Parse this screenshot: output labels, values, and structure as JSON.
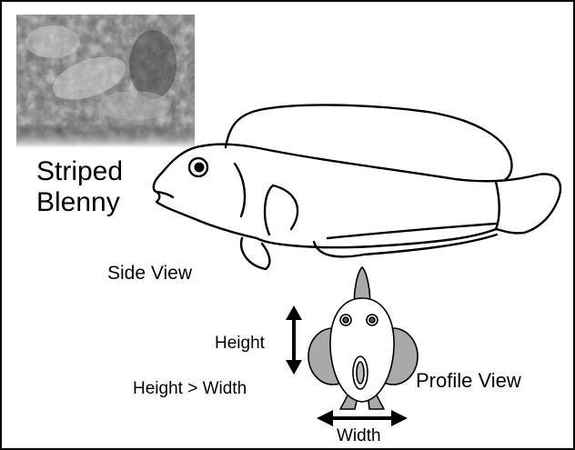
{
  "title_line1": "Striped",
  "title_line2": "Blenny",
  "side_view_label": "Side View",
  "profile_view_label": "Profile View",
  "height_label": "Height",
  "comparison_label": "Height > Width",
  "width_label": "Width",
  "colors": {
    "outline": "#000000",
    "fin_gray": "#a9a9a9",
    "body_white": "#ffffff"
  }
}
